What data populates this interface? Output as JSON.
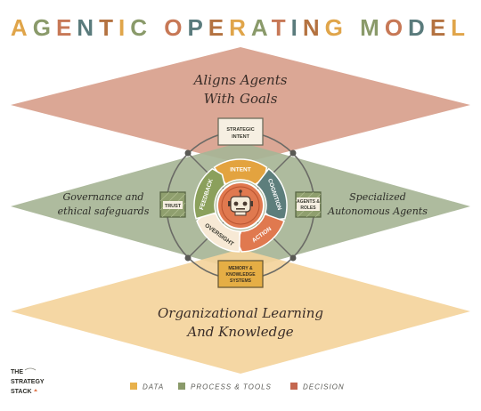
{
  "title": "AGENTIC OPERATING MODEL",
  "title_colors": [
    "#e0a54a",
    "#8a9a6a",
    "#c77856",
    "#5a7b7c",
    "#b47240"
  ],
  "layers": {
    "top": {
      "line1": "Aligns Agents",
      "line2": "With Goals",
      "color": "#dba795"
    },
    "middle": {
      "left_line1": "Governance and",
      "left_line2": "ethical safeguards",
      "right_line1": "Specialized",
      "right_line2": "Autonomous Agents",
      "color": "#a7b596"
    },
    "bottom": {
      "line1": "Organizational Learning",
      "line2": "And Knowledge",
      "color": "#f4d49c"
    }
  },
  "boxes": {
    "top": {
      "line1": "STRATEGIC",
      "line2": "INTENT"
    },
    "left": {
      "line1": "TRUST"
    },
    "right": {
      "line1": "AGENTS &",
      "line2": "ROLES"
    },
    "bottom": {
      "line1": "MEMORY &",
      "line2": "KNOWLEDGE",
      "line3": "SYSTEMS"
    }
  },
  "cycle": {
    "segments": [
      "INTENT",
      "COGNITION",
      "ACTION",
      "OVERSIGHT",
      "FEEDBACK"
    ],
    "colors": {
      "intent": "#e3a33f",
      "cognition": "#5d7e7c",
      "action": "#e0794f",
      "oversight": "#f7e9d5",
      "feedback": "#8ba05c"
    },
    "center_icon": "robot-head-icon"
  },
  "logo": {
    "line1": "THE",
    "line2": "STRATEGY",
    "line3": "STACK"
  },
  "legend": [
    {
      "label": "DATA",
      "color": "#e8b14b"
    },
    {
      "label": "PROCESS & TOOLS",
      "color": "#8a9a6a"
    },
    {
      "label": "DECISION",
      "color": "#c4674f"
    }
  ]
}
